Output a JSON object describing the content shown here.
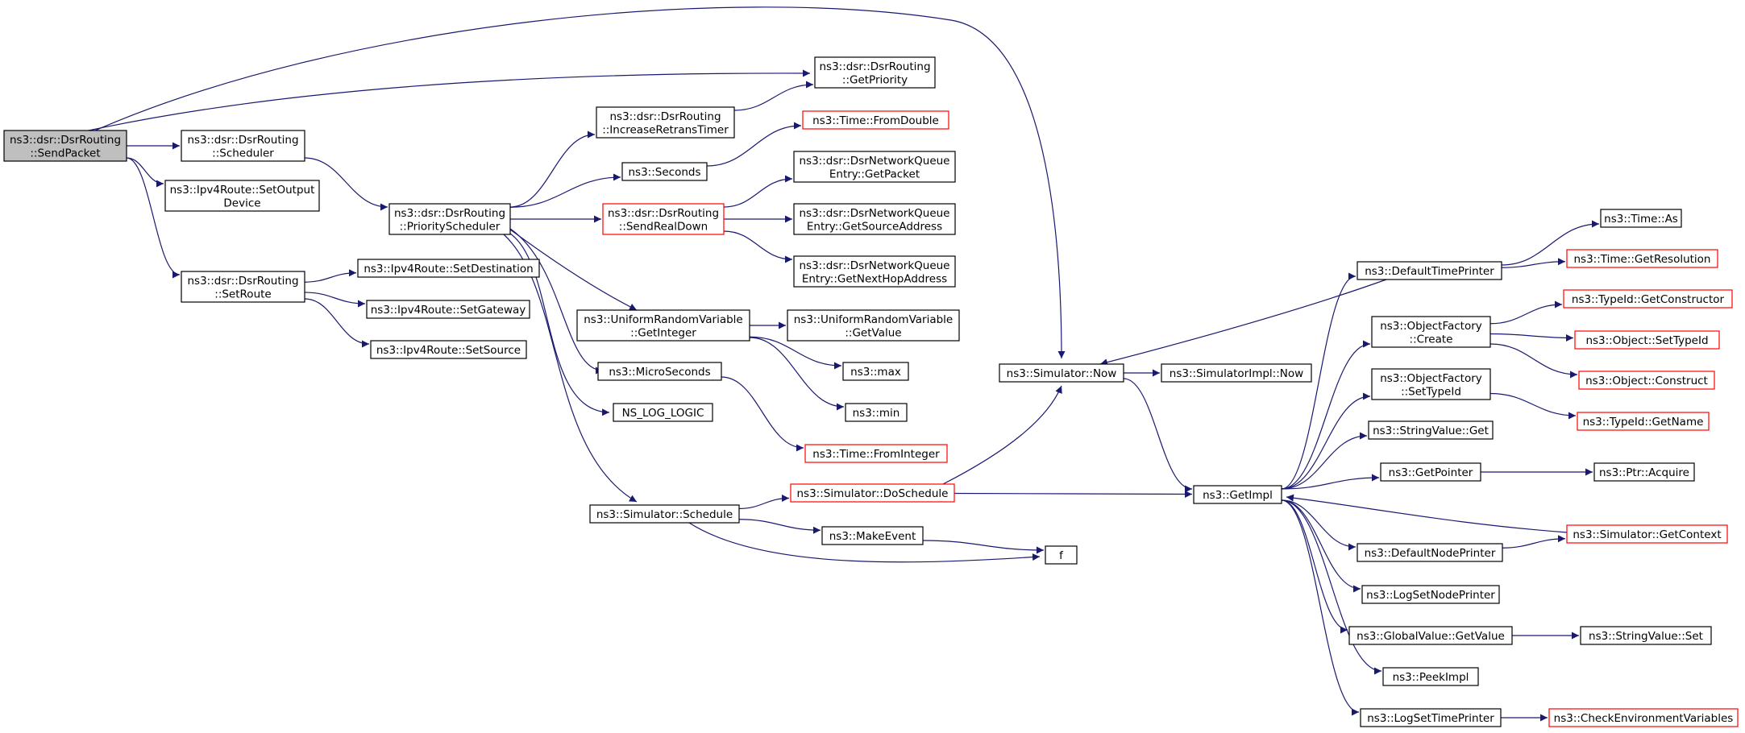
{
  "colors": {
    "edge": "#191970",
    "normal_border": "#000000",
    "truncated_border": "#ff0000",
    "root_fill": "#bfbfbf",
    "fill": "#ffffff"
  },
  "nodes": {
    "sendpacket": {
      "lines": [
        "ns3::dsr::DsrRouting",
        "::SendPacket"
      ],
      "style": "root"
    },
    "getpriority": {
      "lines": [
        "ns3::dsr::DsrRouting",
        "::GetPriority"
      ],
      "style": "normal"
    },
    "scheduler": {
      "lines": [
        "ns3::dsr::DsrRouting",
        "::Scheduler"
      ],
      "style": "normal"
    },
    "setoutputdevice": {
      "lines": [
        "ns3::Ipv4Route::SetOutput",
        "Device"
      ],
      "style": "normal"
    },
    "setroute": {
      "lines": [
        "ns3::dsr::DsrRouting",
        "::SetRoute"
      ],
      "style": "normal"
    },
    "setdestination": {
      "lines": [
        "ns3::Ipv4Route::SetDestination"
      ],
      "style": "normal"
    },
    "setgateway": {
      "lines": [
        "ns3::Ipv4Route::SetGateway"
      ],
      "style": "normal"
    },
    "setsource": {
      "lines": [
        "ns3::Ipv4Route::SetSource"
      ],
      "style": "normal"
    },
    "priorityscheduler": {
      "lines": [
        "ns3::dsr::DsrRouting",
        "::PriorityScheduler"
      ],
      "style": "normal"
    },
    "increaseretranstimer": {
      "lines": [
        "ns3::dsr::DsrRouting",
        "::IncreaseRetransTimer"
      ],
      "style": "normal"
    },
    "seconds": {
      "lines": [
        "ns3::Seconds"
      ],
      "style": "normal"
    },
    "sendrealdown": {
      "lines": [
        "ns3::dsr::DsrRouting",
        "::SendRealDown"
      ],
      "style": "truncated"
    },
    "timefromdouble": {
      "lines": [
        "ns3::Time::FromDouble"
      ],
      "style": "truncated"
    },
    "getpacket": {
      "lines": [
        "ns3::dsr::DsrNetworkQueue",
        "Entry::GetPacket"
      ],
      "style": "normal"
    },
    "getsourceaddress": {
      "lines": [
        "ns3::dsr::DsrNetworkQueue",
        "Entry::GetSourceAddress"
      ],
      "style": "normal"
    },
    "getnexthopaddress": {
      "lines": [
        "ns3::dsr::DsrNetworkQueue",
        "Entry::GetNextHopAddress"
      ],
      "style": "normal"
    },
    "getinteger": {
      "lines": [
        "ns3::UniformRandomVariable",
        "::GetInteger"
      ],
      "style": "normal"
    },
    "getvalue": {
      "lines": [
        "ns3::UniformRandomVariable",
        "::GetValue"
      ],
      "style": "normal"
    },
    "microseconds": {
      "lines": [
        "ns3::MicroSeconds"
      ],
      "style": "normal"
    },
    "max": {
      "lines": [
        "ns3::max"
      ],
      "style": "normal"
    },
    "min": {
      "lines": [
        "ns3::min"
      ],
      "style": "normal"
    },
    "nslog": {
      "lines": [
        "NS_LOG_LOGIC"
      ],
      "style": "normal"
    },
    "timefrominteger": {
      "lines": [
        "ns3::Time::FromInteger"
      ],
      "style": "truncated"
    },
    "schedule": {
      "lines": [
        "ns3::Simulator::Schedule"
      ],
      "style": "normal"
    },
    "doschedule": {
      "lines": [
        "ns3::Simulator::DoSchedule"
      ],
      "style": "truncated"
    },
    "makeevent": {
      "lines": [
        "ns3::MakeEvent"
      ],
      "style": "normal"
    },
    "f": {
      "lines": [
        "f"
      ],
      "style": "normal"
    },
    "simnow": {
      "lines": [
        "ns3::Simulator::Now"
      ],
      "style": "normal"
    },
    "simimplnow": {
      "lines": [
        "ns3::SimulatorImpl::Now"
      ],
      "style": "normal"
    },
    "getimpl": {
      "lines": [
        "ns3::GetImpl"
      ],
      "style": "normal"
    },
    "defaulttimeprinter": {
      "lines": [
        "ns3::DefaultTimePrinter"
      ],
      "style": "normal"
    },
    "timeas": {
      "lines": [
        "ns3::Time::As"
      ],
      "style": "normal"
    },
    "getresolution": {
      "lines": [
        "ns3::Time::GetResolution"
      ],
      "style": "truncated"
    },
    "ofcreate": {
      "lines": [
        "ns3::ObjectFactory",
        "::Create"
      ],
      "style": "normal"
    },
    "getconstructor": {
      "lines": [
        "ns3::TypeId::GetConstructor"
      ],
      "style": "truncated"
    },
    "settypeid_obj": {
      "lines": [
        "ns3::Object::SetTypeId"
      ],
      "style": "truncated"
    },
    "construct": {
      "lines": [
        "ns3::Object::Construct"
      ],
      "style": "truncated"
    },
    "ofsettypeid": {
      "lines": [
        "ns3::ObjectFactory",
        "::SetTypeId"
      ],
      "style": "normal"
    },
    "getname": {
      "lines": [
        "ns3::TypeId::GetName"
      ],
      "style": "truncated"
    },
    "stringvalueget": {
      "lines": [
        "ns3::StringValue::Get"
      ],
      "style": "normal"
    },
    "getpointer": {
      "lines": [
        "ns3::GetPointer"
      ],
      "style": "normal"
    },
    "ptracquire": {
      "lines": [
        "ns3::Ptr::Acquire"
      ],
      "style": "normal"
    },
    "getcontext": {
      "lines": [
        "ns3::Simulator::GetContext"
      ],
      "style": "truncated"
    },
    "defaultnodeprinter": {
      "lines": [
        "ns3::DefaultNodePrinter"
      ],
      "style": "normal"
    },
    "logsetnodeprinter": {
      "lines": [
        "ns3::LogSetNodePrinter"
      ],
      "style": "normal"
    },
    "globalvalueget": {
      "lines": [
        "ns3::GlobalValue::GetValue"
      ],
      "style": "normal"
    },
    "stringvalueset": {
      "lines": [
        "ns3::StringValue::Set"
      ],
      "style": "normal"
    },
    "peekimpl": {
      "lines": [
        "ns3::PeekImpl"
      ],
      "style": "normal"
    },
    "logsettimeprinter": {
      "lines": [
        "ns3::LogSetTimePrinter"
      ],
      "style": "normal"
    },
    "checkenv": {
      "lines": [
        "ns3::CheckEnvironmentVariables"
      ],
      "style": "truncated"
    }
  },
  "edges": [
    [
      "sendpacket",
      "getpriority"
    ],
    [
      "sendpacket",
      "simnow"
    ],
    [
      "sendpacket",
      "scheduler"
    ],
    [
      "sendpacket",
      "setoutputdevice"
    ],
    [
      "sendpacket",
      "setroute"
    ],
    [
      "scheduler",
      "priorityscheduler"
    ],
    [
      "setroute",
      "setdestination"
    ],
    [
      "setroute",
      "setgateway"
    ],
    [
      "setroute",
      "setsource"
    ],
    [
      "priorityscheduler",
      "increaseretranstimer"
    ],
    [
      "priorityscheduler",
      "seconds"
    ],
    [
      "priorityscheduler",
      "sendrealdown"
    ],
    [
      "priorityscheduler",
      "getinteger"
    ],
    [
      "priorityscheduler",
      "microseconds"
    ],
    [
      "priorityscheduler",
      "nslog"
    ],
    [
      "priorityscheduler",
      "schedule"
    ],
    [
      "increaseretranstimer",
      "getpriority"
    ],
    [
      "seconds",
      "timefromdouble"
    ],
    [
      "sendrealdown",
      "getpacket"
    ],
    [
      "sendrealdown",
      "getsourceaddress"
    ],
    [
      "sendrealdown",
      "getnexthopaddress"
    ],
    [
      "getinteger",
      "getvalue"
    ],
    [
      "getinteger",
      "max"
    ],
    [
      "getinteger",
      "min"
    ],
    [
      "microseconds",
      "timefrominteger"
    ],
    [
      "schedule",
      "doschedule"
    ],
    [
      "schedule",
      "makeevent"
    ],
    [
      "schedule",
      "f"
    ],
    [
      "makeevent",
      "f"
    ],
    [
      "doschedule",
      "simnow"
    ],
    [
      "doschedule",
      "getimpl"
    ],
    [
      "simnow",
      "simimplnow"
    ],
    [
      "simnow",
      "getimpl"
    ],
    [
      "getimpl",
      "defaulttimeprinter"
    ],
    [
      "getimpl",
      "ofcreate"
    ],
    [
      "getimpl",
      "ofsettypeid"
    ],
    [
      "getimpl",
      "stringvalueget"
    ],
    [
      "getimpl",
      "getpointer"
    ],
    [
      "getimpl",
      "defaultnodeprinter"
    ],
    [
      "getimpl",
      "logsetnodeprinter"
    ],
    [
      "getimpl",
      "globalvalueget"
    ],
    [
      "getimpl",
      "peekimpl"
    ],
    [
      "getimpl",
      "logsettimeprinter"
    ],
    [
      "defaulttimeprinter",
      "simnow"
    ],
    [
      "defaulttimeprinter",
      "timeas"
    ],
    [
      "defaulttimeprinter",
      "getresolution"
    ],
    [
      "ofcreate",
      "getconstructor"
    ],
    [
      "ofcreate",
      "settypeid_obj"
    ],
    [
      "ofcreate",
      "construct"
    ],
    [
      "ofsettypeid",
      "getname"
    ],
    [
      "getpointer",
      "ptracquire"
    ],
    [
      "defaultnodeprinter",
      "getcontext"
    ],
    [
      "getcontext",
      "getimpl"
    ],
    [
      "globalvalueget",
      "stringvalueset"
    ],
    [
      "logsettimeprinter",
      "checkenv"
    ]
  ]
}
